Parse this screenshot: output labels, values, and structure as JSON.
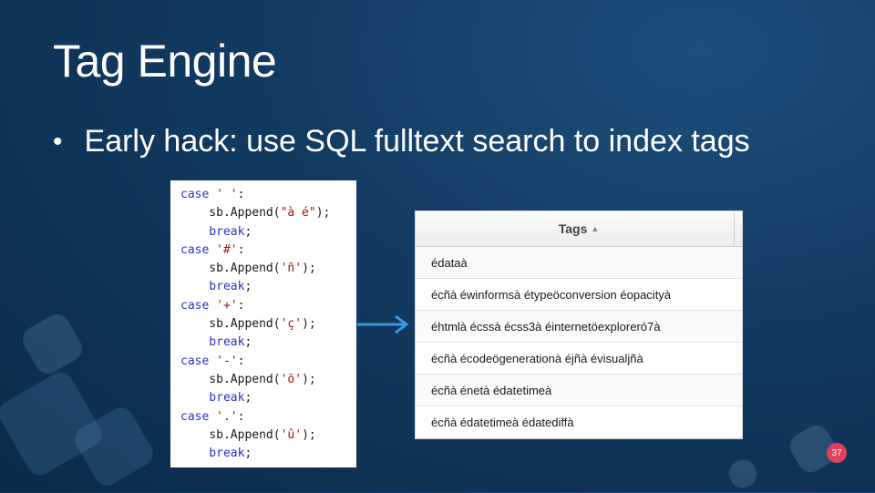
{
  "slide": {
    "title": "Tag Engine",
    "bullet": "Early hack: use SQL fulltext search to index tags",
    "page_number": "37",
    "accent_color": "#e0405e",
    "arrow_color": "#3a9ae0"
  },
  "code": {
    "lines": [
      {
        "parts": [
          {
            "t": "case ",
            "c": "kw"
          },
          {
            "t": "' '",
            "c": "str"
          },
          {
            "t": ":",
            "c": "plain"
          }
        ]
      },
      {
        "parts": [
          {
            "t": "    sb.Append(",
            "c": "plain"
          },
          {
            "t": "\"à é\"",
            "c": "str"
          },
          {
            "t": ");",
            "c": "plain"
          }
        ]
      },
      {
        "parts": [
          {
            "t": "    break",
            "c": "kw"
          },
          {
            "t": ";",
            "c": "plain"
          }
        ]
      },
      {
        "parts": [
          {
            "t": "case ",
            "c": "kw"
          },
          {
            "t": "'#'",
            "c": "str"
          },
          {
            "t": ":",
            "c": "plain"
          }
        ]
      },
      {
        "parts": [
          {
            "t": "    sb.Append(",
            "c": "plain"
          },
          {
            "t": "'ñ'",
            "c": "str"
          },
          {
            "t": ");",
            "c": "plain"
          }
        ]
      },
      {
        "parts": [
          {
            "t": "    break",
            "c": "kw"
          },
          {
            "t": ";",
            "c": "plain"
          }
        ]
      },
      {
        "parts": [
          {
            "t": "case ",
            "c": "kw"
          },
          {
            "t": "'+'",
            "c": "str"
          },
          {
            "t": ":",
            "c": "plain"
          }
        ]
      },
      {
        "parts": [
          {
            "t": "    sb.Append(",
            "c": "plain"
          },
          {
            "t": "'ç'",
            "c": "str"
          },
          {
            "t": ");",
            "c": "plain"
          }
        ]
      },
      {
        "parts": [
          {
            "t": "    break",
            "c": "kw"
          },
          {
            "t": ";",
            "c": "plain"
          }
        ]
      },
      {
        "parts": [
          {
            "t": "case ",
            "c": "kw"
          },
          {
            "t": "'-'",
            "c": "str"
          },
          {
            "t": ":",
            "c": "plain"
          }
        ]
      },
      {
        "parts": [
          {
            "t": "    sb.Append(",
            "c": "plain"
          },
          {
            "t": "'ö'",
            "c": "str"
          },
          {
            "t": ");",
            "c": "plain"
          }
        ]
      },
      {
        "parts": [
          {
            "t": "    break",
            "c": "kw"
          },
          {
            "t": ";",
            "c": "plain"
          }
        ]
      },
      {
        "parts": [
          {
            "t": "case ",
            "c": "kw"
          },
          {
            "t": "'.'",
            "c": "str"
          },
          {
            "t": ":",
            "c": "plain"
          }
        ]
      },
      {
        "parts": [
          {
            "t": "    sb.Append(",
            "c": "plain"
          },
          {
            "t": "'û'",
            "c": "str"
          },
          {
            "t": ");",
            "c": "plain"
          }
        ]
      },
      {
        "parts": [
          {
            "t": "    break",
            "c": "kw"
          },
          {
            "t": ";",
            "c": "plain"
          }
        ]
      }
    ]
  },
  "tags_table": {
    "header": "Tags",
    "sort_icon": "sort-ascending-icon",
    "rows": [
      "édataà",
      "écñà éwinformsà étypeöconversion éopacityà",
      "éhtmlà écssà écss3à éinternetöexploreró7à",
      "écñà écodeögenerationà éjñà évisualjñà",
      "écñà énetà édatetimeà",
      "écñà édatetimeà édatediffà"
    ]
  }
}
